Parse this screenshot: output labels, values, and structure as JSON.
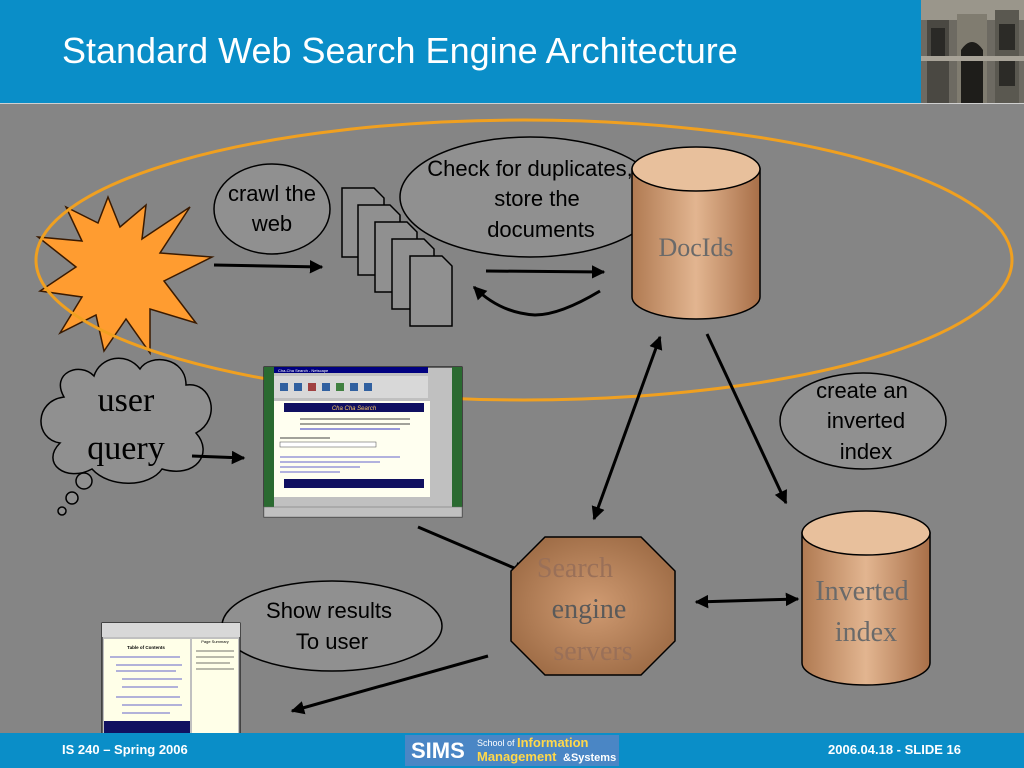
{
  "slide": {
    "title": "Standard Web Search Engine Architecture",
    "footer_left": "IS 240 – Spring 2006",
    "footer_right": "2006.04.18 - SLIDE 16",
    "logo": {
      "sims": "SIMS",
      "school_of": "School of",
      "information": "Information",
      "management": "Management",
      "systems": "&Systems"
    }
  },
  "diagram": {
    "crawl": {
      "line1": "crawl the",
      "line2": "web"
    },
    "check": {
      "line1": "Check for duplicates,",
      "line2": "store the",
      "line3": "documents"
    },
    "docids": "DocIds",
    "user_query": {
      "line1": "user",
      "line2": "query"
    },
    "inverted_label": {
      "line1": "create an",
      "line2": "inverted",
      "line3": "index"
    },
    "search_engine": {
      "line1": "Search",
      "line2": "engine",
      "line3": "servers"
    },
    "inverted_index": {
      "line1": "Inverted",
      "line2": "index"
    },
    "show_results": {
      "line1": "Show results",
      "line2": "To user"
    },
    "browser_window": {
      "title": "Cha-Cha Search - Netscape",
      "banner": "Cha Cha Search"
    },
    "results_window": {
      "left_title": "Table of Contents",
      "right_title": "Page Summary"
    }
  },
  "colors": {
    "header_blue": "#0a8ec8",
    "stage_gray": "#858585",
    "orange": "#f0a020",
    "cylinder_fill": "#c8926a",
    "ellipse_fill": "#909090"
  }
}
